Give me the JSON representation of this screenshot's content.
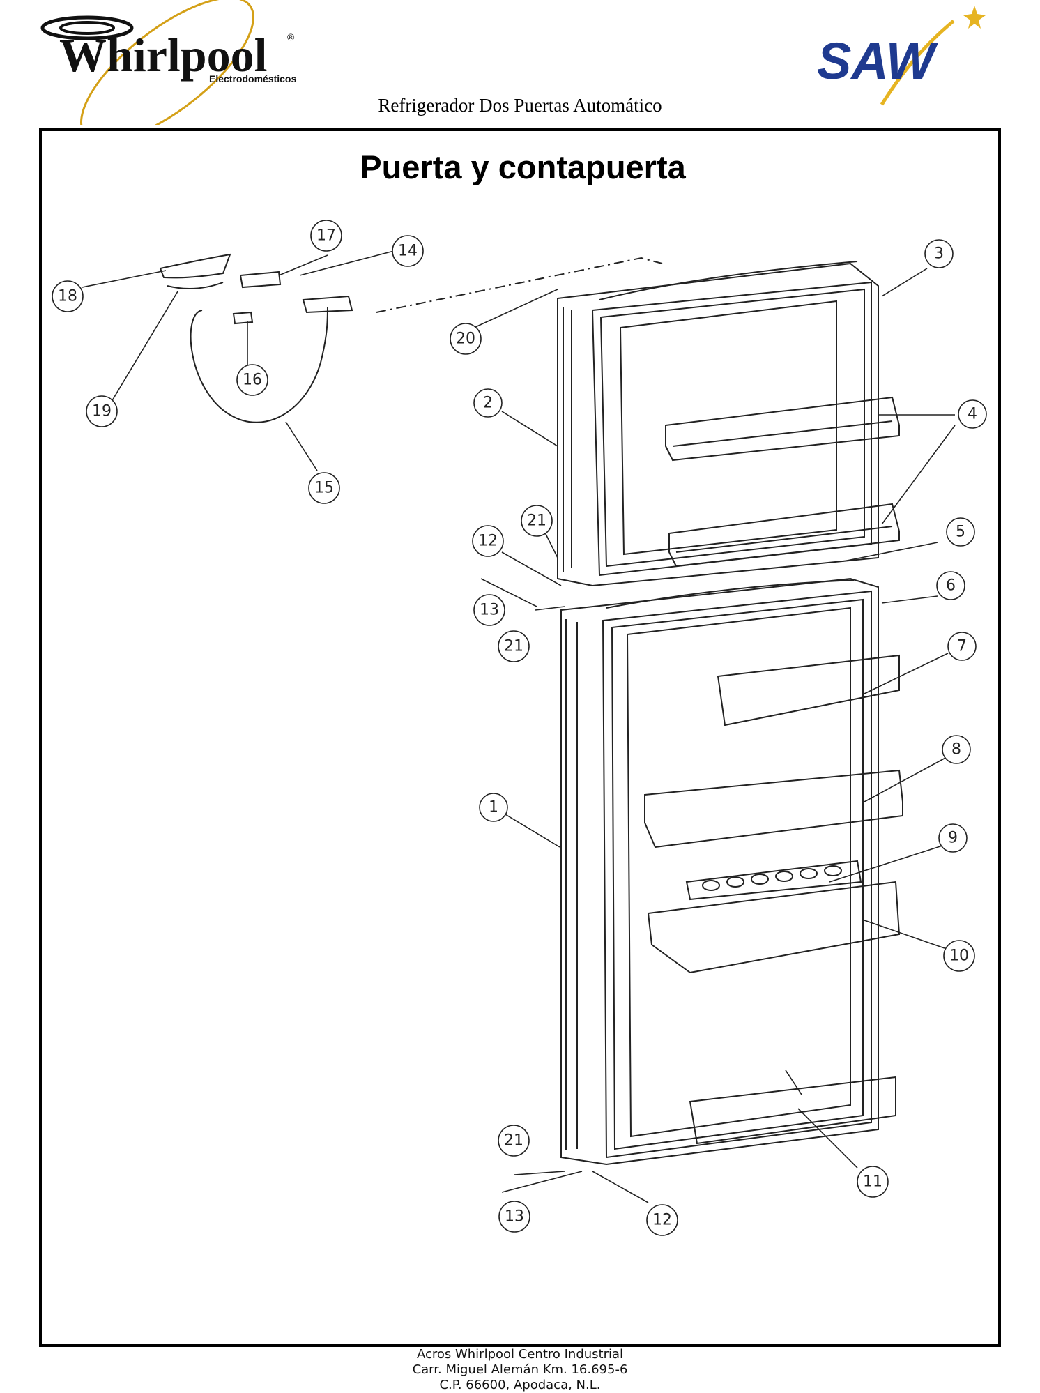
{
  "header": {
    "brand_name": "Whirlpool",
    "brand_registered": "®",
    "brand_sub": "Electrodomésticos",
    "partner_logo": "SAW",
    "subtitle": "Refrigerador Dos Puertas Automático"
  },
  "diagram": {
    "title": "Puerta y contapuerta",
    "callouts": [
      "1",
      "2",
      "3",
      "4",
      "5",
      "6",
      "7",
      "8",
      "9",
      "10",
      "11",
      "12",
      "13",
      "14",
      "15",
      "16",
      "17",
      "18",
      "19",
      "20",
      "21"
    ]
  },
  "footer": {
    "line1": "Acros Whirlpool Centro Industrial",
    "line2": "Carr. Miguel Alemán Km. 16.695-6",
    "line3": "C.P. 66600, Apodaca, N.L."
  },
  "colors": {
    "whirlpool_swirl": "#d4a017",
    "saw_blue": "#1f3a8f",
    "saw_star": "#e6b422",
    "line": "#222222"
  }
}
